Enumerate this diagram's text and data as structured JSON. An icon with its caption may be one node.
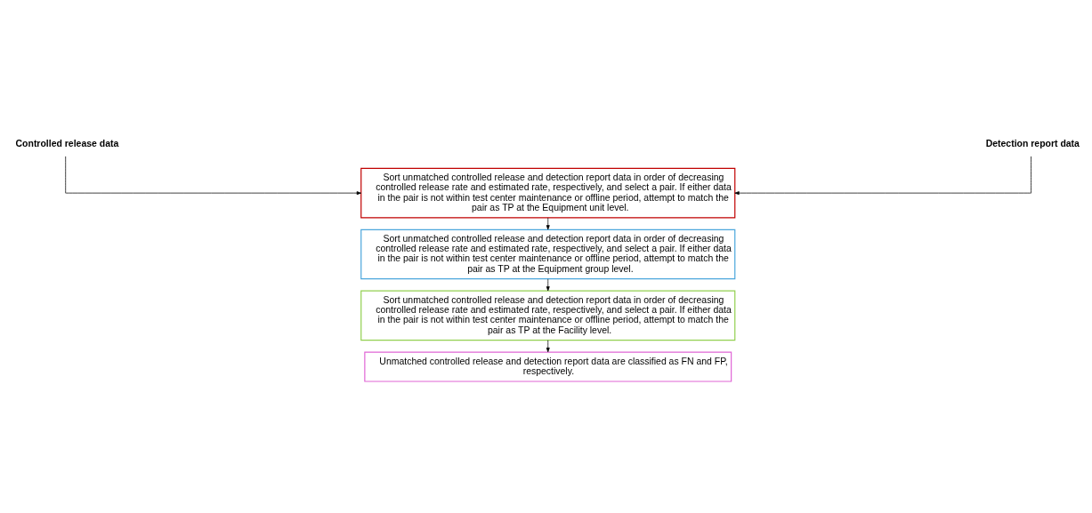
{
  "diagram": {
    "nodes": [
      {
        "text": [
          "Controlled release data"
        ]
      },
      {
        "text": [
          "Detection report data"
        ]
      },
      {
        "text": [
          "Sort unmatched controlled release and detection report data in order of decreasing controlled release rate and estimated rate, respectively, and select a pair. If either data in the pair is not within test center maintenance or offline period, attempt to match the pair as TP at the Equipment unit level."
        ]
      },
      {
        "text": [
          "Sort unmatched controlled release and detection report data in order of decreasing controlled release rate and estimated rate, respectively, and select a pair. If either data in the pair is not within test center maintenance or offline period, attempt to match the pair as TP at the Equipment group level."
        ]
      },
      {
        "text": [
          "Sort unmatched controlled release and detection report data in order of decreasing controlled release rate and estimated rate, respectively, and select a pair. If either data in the pair is not within test center maintenance or offline period, attempt to match the pair as TP at the Facility level."
        ]
      },
      {
        "text": [
          "Unmatched controlled release and detection report data are classified as FN and FP, respectively."
        ]
      }
    ],
    "edges": [
      {
        "from": 0,
        "to": 2,
        "arrow": "to"
      },
      {
        "from": 1,
        "to": 2,
        "arrow": "to"
      },
      {
        "from": 2,
        "to": 3,
        "arrow": "to"
      },
      {
        "from": 3,
        "to": 4,
        "arrow": "to"
      },
      {
        "from": 4,
        "to": 5,
        "arrow": "to"
      }
    ]
  }
}
